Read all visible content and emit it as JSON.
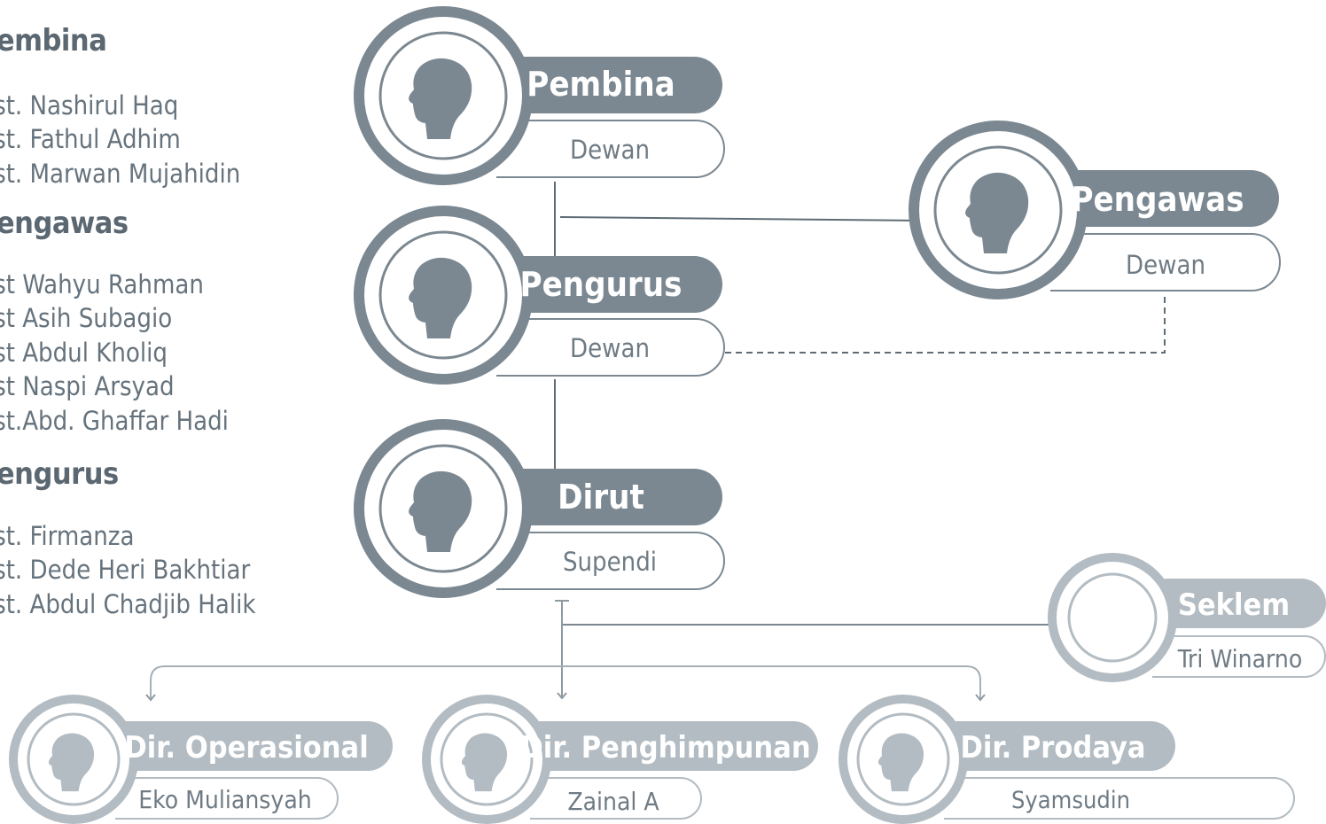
{
  "sidebar": {
    "sections": [
      {
        "title": "Pembina",
        "members": [
          "Ust. Nashirul Haq",
          "Ust. Fathul Adhim",
          "Ust. Marwan Mujahidin"
        ]
      },
      {
        "title": "Pengawas",
        "members": [
          "Ust Wahyu Rahman",
          "Ust Asih Subagio",
          "Ust Abdul Kholiq",
          "Ust Naspi Arsyad",
          "Ust.Abd. Ghaffar Hadi"
        ]
      },
      {
        "title": "Pengurus",
        "members": [
          "Ust. Firmanza",
          "Ust. Dede Heri Bakhtiar",
          "Ust. Abdul Chadjib Halik"
        ]
      }
    ]
  },
  "org_chart": {
    "colors": {
      "dark": "#7b8891",
      "light": "#b3bcc2",
      "line": "#5f6c75",
      "sub_text": "#6f7b84"
    },
    "nodes": {
      "pembina": {
        "title": "Pembina",
        "subtitle": "Dewan",
        "icon": "person-head-icon"
      },
      "pengawas": {
        "title": "Pengawas",
        "subtitle": "Dewan",
        "icon": "person-head-icon"
      },
      "pengurus": {
        "title": "Pengurus",
        "subtitle": "Dewan",
        "icon": "person-head-icon"
      },
      "dirut": {
        "title": "Dirut",
        "subtitle": "Supendi",
        "icon": "person-head-icon"
      },
      "seklem": {
        "title": "Seklem",
        "subtitle": "Tri Winarno",
        "icon": "empty-avatar-icon"
      },
      "dir_ops": {
        "title": "Dir. Operasional",
        "subtitle": "Eko Muliansyah",
        "icon": "person-head-icon"
      },
      "dir_hp": {
        "title": "Dir. Penghimpunan",
        "subtitle": "Zainal A",
        "icon": "person-head-icon"
      },
      "dir_prodaya": {
        "title": "Dir. Prodaya",
        "subtitle": "Syamsudin",
        "icon": "person-head-icon"
      }
    }
  }
}
